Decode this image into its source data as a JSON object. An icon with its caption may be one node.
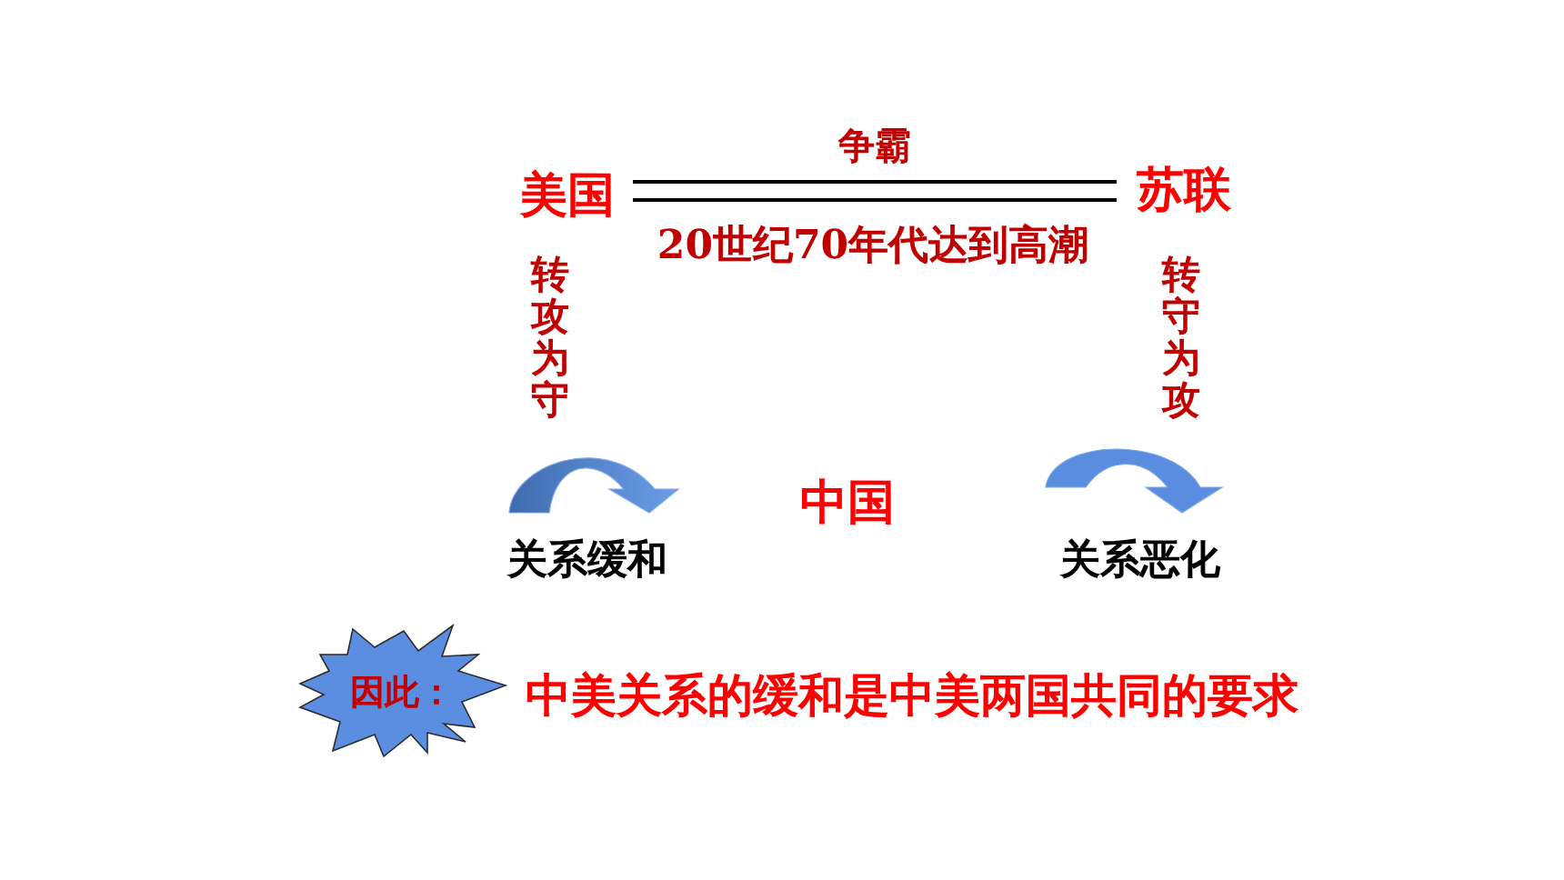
{
  "diagram": {
    "nodes": [
      {
        "text": [
          "美国"
        ],
        "beside": [
          "转攻为守"
        ]
      },
      {
        "text": [
          "苏联"
        ],
        "beside": [
          "转守为攻"
        ]
      },
      {
        "text": [
          "中国"
        ]
      },
      {
        "text": [
          "关系缓和"
        ]
      },
      {
        "text": [
          "关系恶化"
        ]
      },
      {
        "text": [
          "因此："
        ],
        "beside": [
          "中美关系的缓和是中美两国共同的要求"
        ]
      }
    ],
    "edges": [
      {
        "from": 0,
        "to": 1,
        "arrow": "none",
        "label": "争霸"
      }
    ],
    "labels": [
      "20世纪70年代达到高潮"
    ]
  }
}
